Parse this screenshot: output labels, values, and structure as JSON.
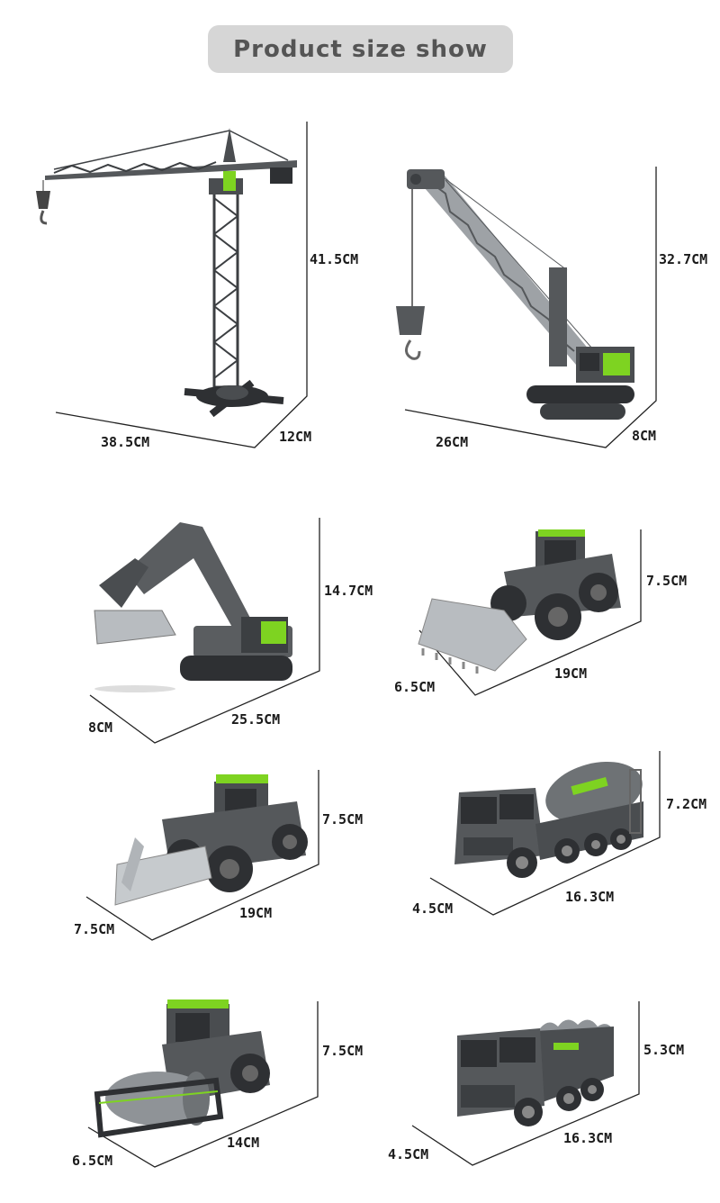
{
  "header": {
    "title": "Product size show"
  },
  "products": [
    {
      "name": "Tower crane",
      "height": "41.5CM",
      "length": "38.5CM",
      "width": "12CM"
    },
    {
      "name": "Crawler crane",
      "height": "32.7CM",
      "length": "26CM",
      "width": "8CM"
    },
    {
      "name": "Excavator",
      "height": "14.7CM",
      "length": "25.5CM",
      "width": "8CM"
    },
    {
      "name": "Wheel loader",
      "height": "7.5CM",
      "length": "19CM",
      "width": "6.5CM"
    },
    {
      "name": "Snow plow loader",
      "height": "7.5CM",
      "length": "19CM",
      "width": "7.5CM"
    },
    {
      "name": "Cement mixer truck",
      "height": "7.2CM",
      "length": "16.3CM",
      "width": "4.5CM"
    },
    {
      "name": "Road roller",
      "height": "7.5CM",
      "length": "14CM",
      "width": "6.5CM"
    },
    {
      "name": "Dump truck",
      "height": "5.3CM",
      "length": "16.3CM",
      "width": "4.5CM"
    }
  ],
  "colors": {
    "accent": "#7ed321",
    "body": "#5a5d60",
    "dark": "#2e3033",
    "metal": "#b8bcc0",
    "pill": "#d6d6d6"
  }
}
